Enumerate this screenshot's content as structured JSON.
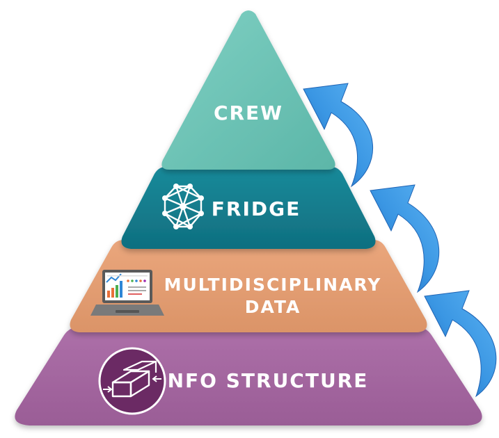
{
  "diagram": {
    "type": "pyramid",
    "tiers": [
      {
        "id": "crew",
        "label_lines": [
          "CREW"
        ],
        "color": "#6fc6b8",
        "icon": "none"
      },
      {
        "id": "fridge",
        "label_lines": [
          "FRIDGE"
        ],
        "color": "#167f8f",
        "icon": "network-mesh-icon"
      },
      {
        "id": "data",
        "label_lines": [
          "MULTIDISCIPLINARY",
          "DATA"
        ],
        "color": "#e49e74",
        "icon": "laptop-dashboard-icon"
      },
      {
        "id": "nfo",
        "label_lines": [
          "NFO STRUCTURE"
        ],
        "color": "#a3679f",
        "icon": "nfo-blocks-icon"
      }
    ],
    "arrows": {
      "count": 3,
      "color": "#2f86d6",
      "meaning": "upward progression"
    }
  }
}
